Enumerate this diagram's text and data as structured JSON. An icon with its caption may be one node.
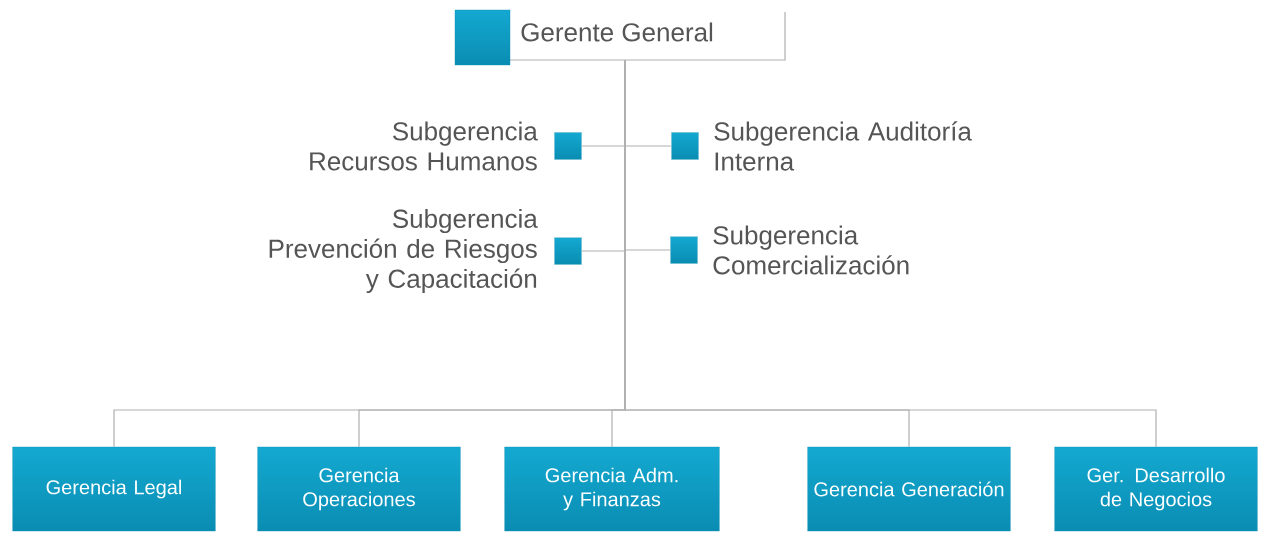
{
  "diagram": {
    "nodes": [
      {
        "text": [
          "Gerente General"
        ]
      },
      {
        "text": [
          "Subgerencia Recursos Humanos"
        ]
      },
      {
        "text": [
          "Subgerencia Auditoría Interna"
        ]
      },
      {
        "text": [
          "Subgerencia Prevención de Riesgos y Capacitación"
        ]
      },
      {
        "text": [
          "Subgerencia Comercialización"
        ]
      },
      {
        "text": [
          "Gerencia Legal"
        ]
      },
      {
        "text": [
          "Gerencia Operaciones"
        ]
      },
      {
        "text": [
          "Gerencia Adm. y Finanzas"
        ]
      },
      {
        "text": [
          "Gerencia Generación"
        ]
      },
      {
        "text": [
          "Ger. Desarrollo de Negocios"
        ]
      }
    ],
    "edges": [
      {
        "from": 0,
        "to": 1,
        "arrow": "none"
      },
      {
        "from": 0,
        "to": 2,
        "arrow": "none"
      },
      {
        "from": 0,
        "to": 3,
        "arrow": "none"
      },
      {
        "from": 0,
        "to": 4,
        "arrow": "none"
      },
      {
        "from": 0,
        "to": 5,
        "arrow": "none"
      },
      {
        "from": 0,
        "to": 6,
        "arrow": "none"
      },
      {
        "from": 0,
        "to": 7,
        "arrow": "none"
      },
      {
        "from": 0,
        "to": 8,
        "arrow": "none"
      },
      {
        "from": 0,
        "to": 9,
        "arrow": "none"
      }
    ]
  }
}
